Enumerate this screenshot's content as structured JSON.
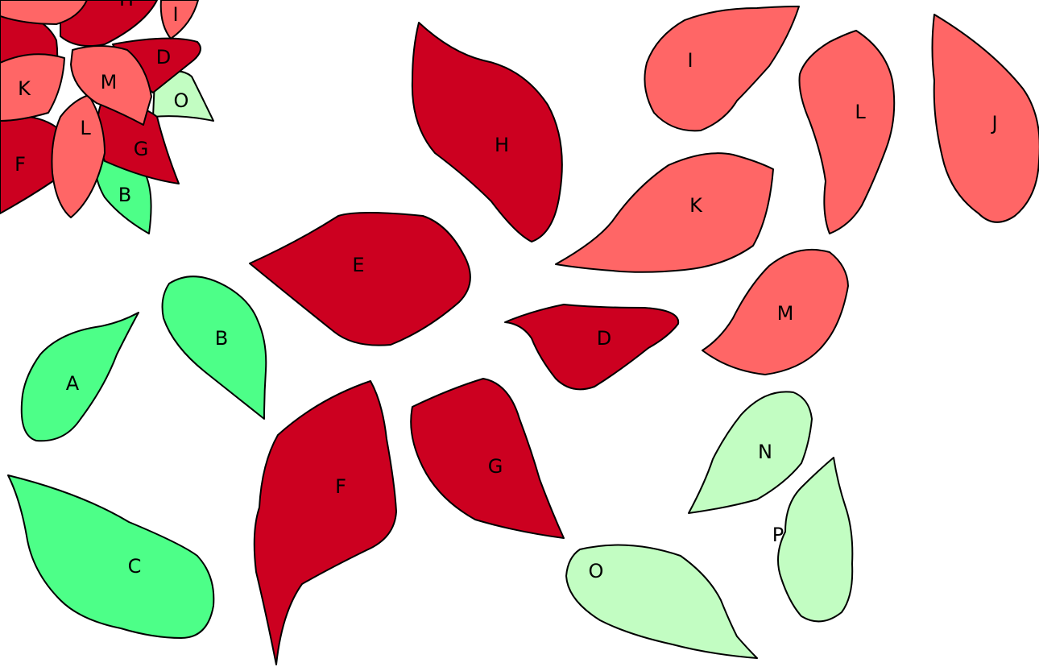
{
  "colors": {
    "dark_red": "#cc0020",
    "light_red": "#ff6666",
    "green": "#4dff88",
    "pale_green": "#c2fdc2"
  },
  "assembled": {
    "labels": {
      "H": "H",
      "I": "I",
      "D": "D",
      "K": "K",
      "M": "M",
      "O": "O",
      "L": "L",
      "G": "G",
      "F": "F",
      "B": "B"
    }
  },
  "pieces": {
    "A": {
      "label": "A"
    },
    "B": {
      "label": "B"
    },
    "C": {
      "label": "C"
    },
    "D": {
      "label": "D"
    },
    "E": {
      "label": "E"
    },
    "F": {
      "label": "F"
    },
    "G": {
      "label": "G"
    },
    "H": {
      "label": "H"
    },
    "I": {
      "label": "I"
    },
    "J": {
      "label": "J"
    },
    "K": {
      "label": "K"
    },
    "L": {
      "label": "L"
    },
    "M": {
      "label": "M"
    },
    "N": {
      "label": "N"
    },
    "O": {
      "label": "O"
    },
    "P": {
      "label": "P"
    }
  }
}
